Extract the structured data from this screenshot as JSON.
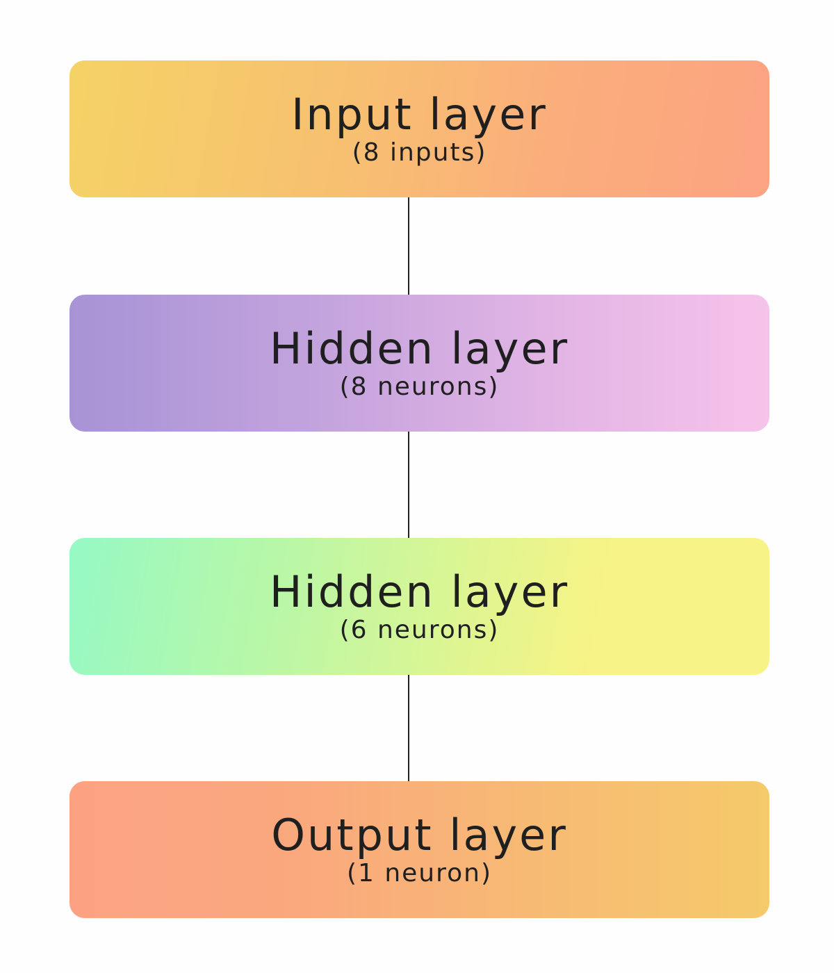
{
  "diagram": {
    "type": "neural-network-architecture",
    "layers": [
      {
        "title": "Input layer",
        "subtitle": "(8 inputs)",
        "gradient": [
          "#f5d265",
          "#fca382"
        ]
      },
      {
        "title": "Hidden layer",
        "subtitle": "(8 neurons)",
        "gradient": [
          "#a793d6",
          "#f6c3ea"
        ]
      },
      {
        "title": "Hidden layer",
        "subtitle": "(6 neurons)",
        "gradient": [
          "#96f9c4",
          "#f7f386"
        ]
      },
      {
        "title": "Output layer",
        "subtitle": "(1 neuron)",
        "gradient": [
          "#fca283",
          "#f5ca6a"
        ]
      }
    ],
    "connector_color": "#222222"
  }
}
